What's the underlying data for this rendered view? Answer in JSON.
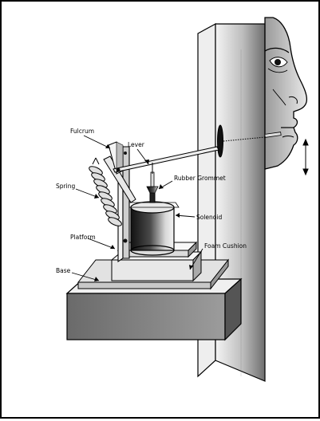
{
  "labels": {
    "fulcrum": "Fulcrum",
    "lever": "Lever",
    "rubber_grommet": "Rubber Grommet",
    "spring": "Spring",
    "solenoid": "Solenoid",
    "platform": "Platform",
    "foam_cushion": "Foam Cushion",
    "base": "Base"
  },
  "colors": {
    "outline": "#000000",
    "wall_light": "#f2f2f2",
    "wall_dark": "#7a7a7a",
    "base_block": "#8a8a8a",
    "platform_fill": "#e6e6e6",
    "face_fill": "#d0d0d0"
  }
}
